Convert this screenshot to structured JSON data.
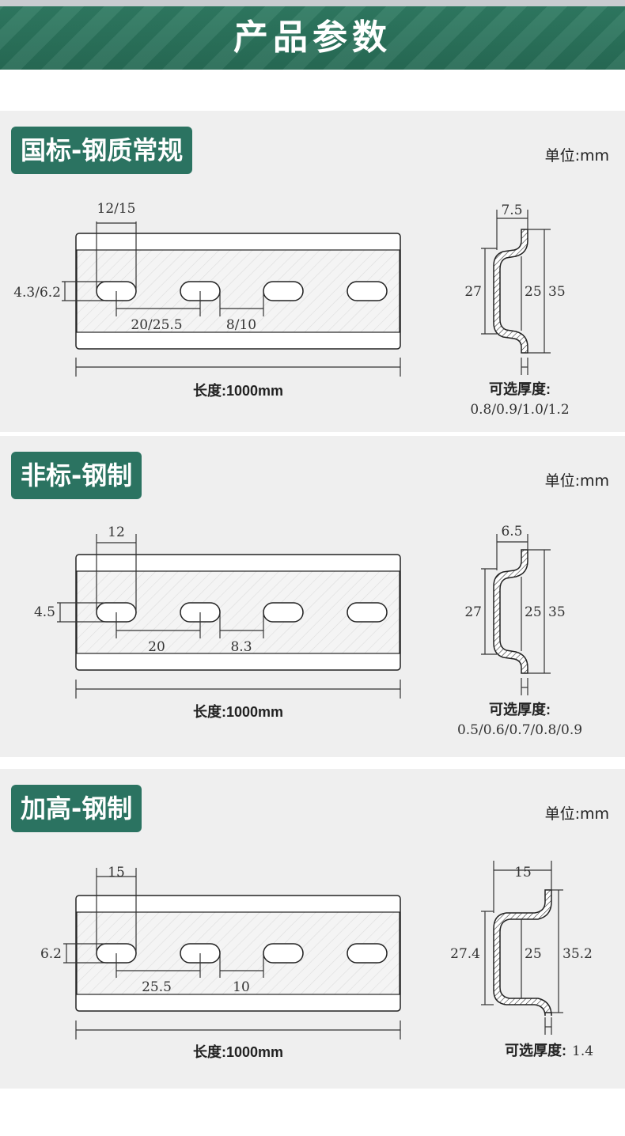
{
  "header": {
    "title": "产品参数"
  },
  "sections": [
    {
      "title": "国标-钢质常规",
      "unit": "单位:mm",
      "slot_width": "12/15",
      "slot_height": "4.3/6.2",
      "slot_pitch": "20/25.5",
      "slot_gap": "8/10",
      "length": "长度:1000mm",
      "profile_width": "7.5",
      "profile_inner": "27",
      "profile_web": "25",
      "profile_height": "35",
      "thickness_label": "可选厚度:",
      "thickness_values": "0.8/0.9/1.0/1.2"
    },
    {
      "title": "非标-钢制",
      "unit": "单位:mm",
      "slot_width": "12",
      "slot_height": "4.5",
      "slot_pitch": "20",
      "slot_gap": "8.3",
      "length": "长度:1000mm",
      "profile_width": "6.5",
      "profile_inner": "27",
      "profile_web": "25",
      "profile_height": "35",
      "thickness_label": "可选厚度:",
      "thickness_values": "0.5/0.6/0.7/0.8/0.9"
    },
    {
      "title": "加高-钢制",
      "unit": "单位:mm",
      "slot_width": "15",
      "slot_height": "6.2",
      "slot_pitch": "25.5",
      "slot_gap": "10",
      "length": "长度:1000mm",
      "profile_width": "15",
      "profile_inner": "27.4",
      "profile_web": "25",
      "profile_height": "35.2",
      "thickness_label": "可选厚度:",
      "thickness_values": "1.4"
    }
  ]
}
